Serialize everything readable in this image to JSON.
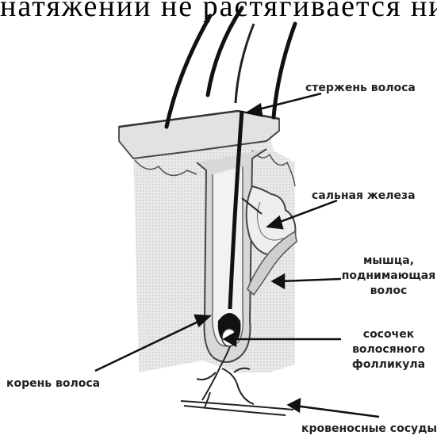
{
  "top_text": "натяжении не растягивается ни",
  "labels": {
    "hair_shaft": "стержень волоса",
    "sebaceous_gland": "сальная железа",
    "muscle_line1": "мышца,",
    "muscle_line2": "поднимающая",
    "muscle_line3": "волос",
    "papilla_line1": "сосочек",
    "papilla_line2": "волосяного",
    "papilla_line3": "фолликула",
    "hair_root": "корень волоса",
    "blood_vessels": "кровеносные сосуды"
  }
}
